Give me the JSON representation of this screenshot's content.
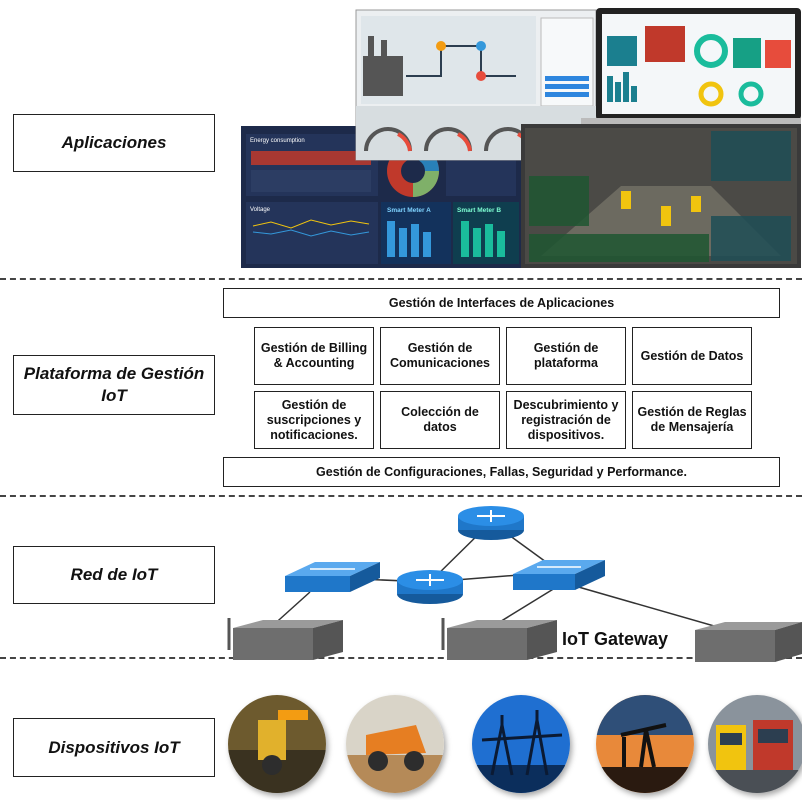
{
  "layers": {
    "apps": "Aplicaciones",
    "platform": "Plataforma de Gestión IoT",
    "network": "Red de IoT",
    "devices": "Dispositivos IoT"
  },
  "platform": {
    "top_bar": "Gestión de Interfaces de Aplicaciones",
    "modules": [
      "Gestión de Billing & Accounting",
      "Gestión de Comunicaciones",
      "Gestión de plataforma",
      "Gestión de Datos",
      "Gestión de suscripciones y notificaciones.",
      "Colección de datos",
      "Descubrimiento y registración de dispositivos.",
      "Gestión de Reglas de Mensajería"
    ],
    "bottom_bar": "Gestión de Configuraciones, Fallas, Seguridad y Performance."
  },
  "dashboard": {
    "energy_title": "Energy consumption",
    "voltage_title": "Voltage",
    "meter_a": "Smart Meter A",
    "meter_b": "Smart Meter B"
  },
  "network": {
    "gateway_label": "IoT Gateway"
  },
  "colors": {
    "router": "#1f77c9",
    "switch": "#2a86d6",
    "dashboard_bg": "#1d2a4a",
    "factory_bg": "#3a3a3a"
  }
}
